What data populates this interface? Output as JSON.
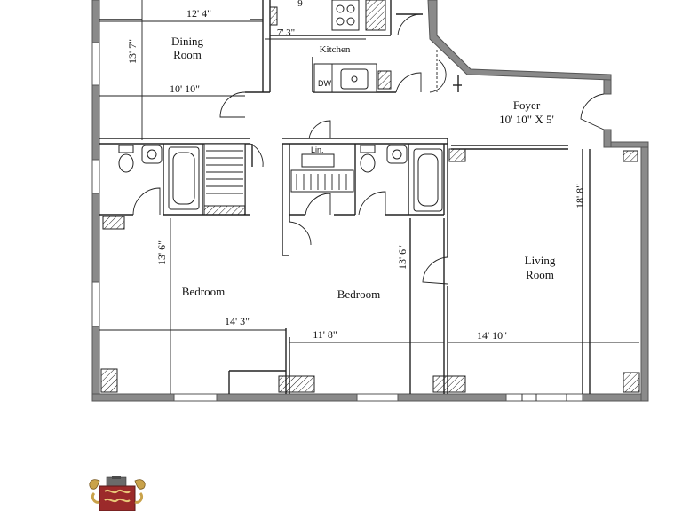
{
  "rooms": {
    "dining": [
      "Dining",
      "Room"
    ],
    "kitchen": "Kitchen",
    "foyer": [
      "Foyer",
      "10' 10\" X 5'"
    ],
    "living": [
      "Living",
      "Room"
    ],
    "bedroom1": "Bedroom",
    "bedroom2": "Bedroom"
  },
  "labels": {
    "dw": "DW",
    "lin": "Lin."
  },
  "dimensions": {
    "dining_top": "12' 4\"",
    "dining_side": "13' 7\"",
    "dining_bottom": "10' 10\"",
    "kitchen_width": "7' 3\"",
    "kitchen_partial": "9",
    "living_height": "18' 8\"",
    "bed1_height": "13' 6\"",
    "bed1_width": "14' 3\"",
    "bed2_height": "13' 6\"",
    "bed2_width": "11' 8\"",
    "living_width": "14' 10\""
  },
  "colors": {
    "wall": "#8a8a8a",
    "logo_gold": "#c9a24a",
    "logo_red": "#9b2a2a"
  },
  "icons": [
    "crest-logo-icon"
  ]
}
